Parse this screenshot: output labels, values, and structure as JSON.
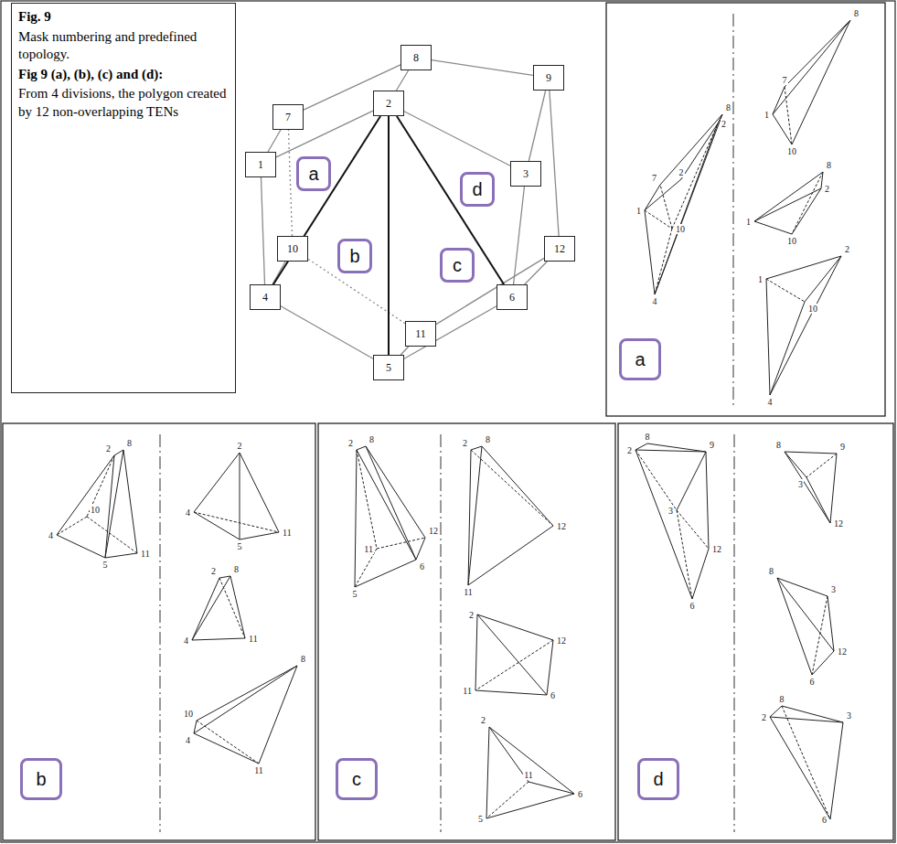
{
  "diagram": {
    "nodes": [
      {
        "text": [
          "Fig. 9",
          "Mask numbering and predefined topology.",
          "Fig 9 (a), (b), (c) and (d):",
          "From 4 divisions, the polygon created by 12 non-overlapping TENs"
        ]
      },
      {
        "text": [
          "8"
        ]
      },
      {
        "text": [
          "2"
        ]
      },
      {
        "text": [
          "7"
        ]
      },
      {
        "text": [
          "9"
        ]
      },
      {
        "text": [
          "1"
        ]
      },
      {
        "text": [
          "a"
        ]
      },
      {
        "text": [
          "d"
        ]
      },
      {
        "text": [
          "3"
        ]
      },
      {
        "text": [
          "b"
        ]
      },
      {
        "text": [
          "c"
        ]
      },
      {
        "text": [
          "10"
        ]
      },
      {
        "text": [
          "12"
        ]
      },
      {
        "text": [
          "4"
        ]
      },
      {
        "text": [
          "11"
        ]
      },
      {
        "text": [
          "6"
        ]
      },
      {
        "text": [
          "5"
        ]
      },
      {
        "text": [
          "a"
        ]
      },
      {
        "text": [
          "b"
        ]
      },
      {
        "text": [
          "c"
        ]
      },
      {
        "text": [
          "d"
        ]
      }
    ],
    "edges": [
      {
        "from": 2,
        "to": 8,
        "arrow": "none"
      },
      {
        "from": 8,
        "to": 15,
        "arrow": "none"
      },
      {
        "from": 15,
        "to": 16,
        "arrow": "none"
      },
      {
        "from": 16,
        "to": 13,
        "arrow": "none"
      },
      {
        "from": 13,
        "to": 5,
        "arrow": "none"
      },
      {
        "from": 5,
        "to": 2,
        "arrow": "none"
      },
      {
        "from": 1,
        "to": 4,
        "arrow": "none"
      },
      {
        "from": 4,
        "to": 12,
        "arrow": "none"
      },
      {
        "from": 12,
        "to": 14,
        "arrow": "none"
      },
      {
        "from": 14,
        "to": 11,
        "arrow": "none"
      },
      {
        "from": 11,
        "to": 3,
        "arrow": "none"
      },
      {
        "from": 3,
        "to": 1,
        "arrow": "none"
      },
      {
        "from": 1,
        "to": 2,
        "arrow": "none"
      },
      {
        "from": 4,
        "to": 8,
        "arrow": "none"
      },
      {
        "from": 12,
        "to": 15,
        "arrow": "none"
      },
      {
        "from": 14,
        "to": 16,
        "arrow": "none"
      },
      {
        "from": 11,
        "to": 13,
        "arrow": "none"
      },
      {
        "from": 3,
        "to": 5,
        "arrow": "none"
      },
      {
        "from": 2,
        "to": 13,
        "arrow": "none"
      },
      {
        "from": 2,
        "to": 16,
        "arrow": "none"
      },
      {
        "from": 2,
        "to": 15,
        "arrow": "none"
      }
    ],
    "labels": [
      "8",
      "2",
      "7",
      "2",
      "1",
      "10",
      "4",
      "8",
      "7",
      "1",
      "10",
      "8",
      "2",
      "1",
      "10",
      "2",
      "1",
      "10",
      "4",
      "2",
      "8",
      "10",
      "4",
      "5",
      "11",
      "2",
      "4",
      "5",
      "11",
      "2",
      "8",
      "4",
      "11",
      "8",
      "10",
      "4",
      "11",
      "2",
      "8",
      "11",
      "12",
      "6",
      "5",
      "2",
      "8",
      "12",
      "11",
      "2",
      "12",
      "11",
      "6",
      "2",
      "11",
      "6",
      "5",
      "8",
      "2",
      "9",
      "3",
      "12",
      "6",
      "8",
      "9",
      "3",
      "12",
      "8",
      "3",
      "12",
      "6",
      "8",
      "2",
      "3",
      "6"
    ]
  }
}
